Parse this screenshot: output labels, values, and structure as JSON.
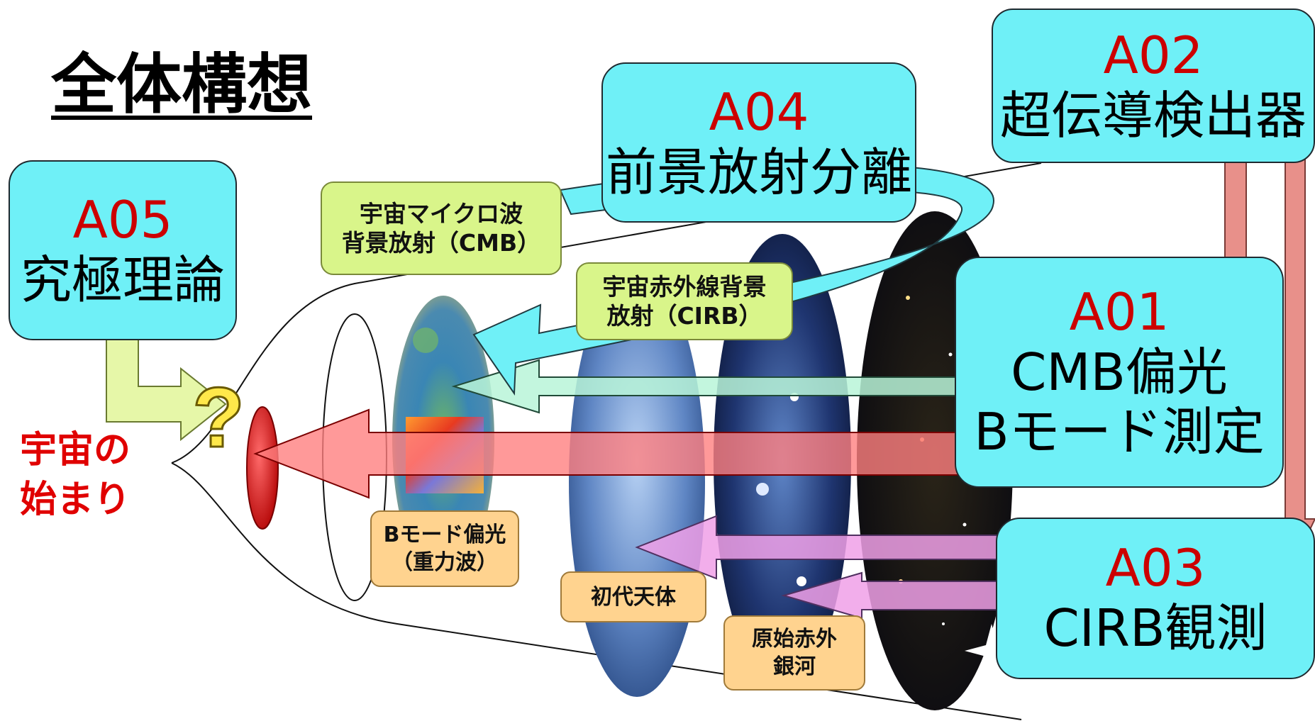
{
  "title": "全体構想",
  "origin_label": [
    "宇宙の",
    "始まり"
  ],
  "question_mark": "?",
  "teams": {
    "a05": {
      "code": "A05",
      "name": "究極理論"
    },
    "a04": {
      "code": "A04",
      "name": "前景放射分離"
    },
    "a02": {
      "code": "A02",
      "name": "超伝導検出器"
    },
    "a01": {
      "code": "A01",
      "lines": [
        "CMB偏光",
        "Bモード測定"
      ]
    },
    "a03": {
      "code": "A03",
      "name": "CIRB観測"
    }
  },
  "labels": {
    "cmb": [
      "宇宙マイクロ波",
      "背景放射（CMB）"
    ],
    "cirb": [
      "宇宙赤外線背景",
      "放射（CIRB）"
    ],
    "bmode": [
      "Bモード偏光",
      "（重力波）"
    ],
    "first_objects": "初代天体",
    "primordial_galaxies": [
      "原始赤外",
      "銀河"
    ]
  },
  "colors": {
    "team_box": "#6ff0f7",
    "team_code": "#cc0000",
    "origin_text": "#e00000",
    "green_label": "#d9f58a",
    "orange_label": "#ffd38f",
    "arrow_red": "#ff8080",
    "arrow_pink": "#f0a0e8",
    "arrow_mint": "#b8f5d8",
    "arrow_lime": "#e6f7a8",
    "arrow_salmon": "#e8908a"
  }
}
